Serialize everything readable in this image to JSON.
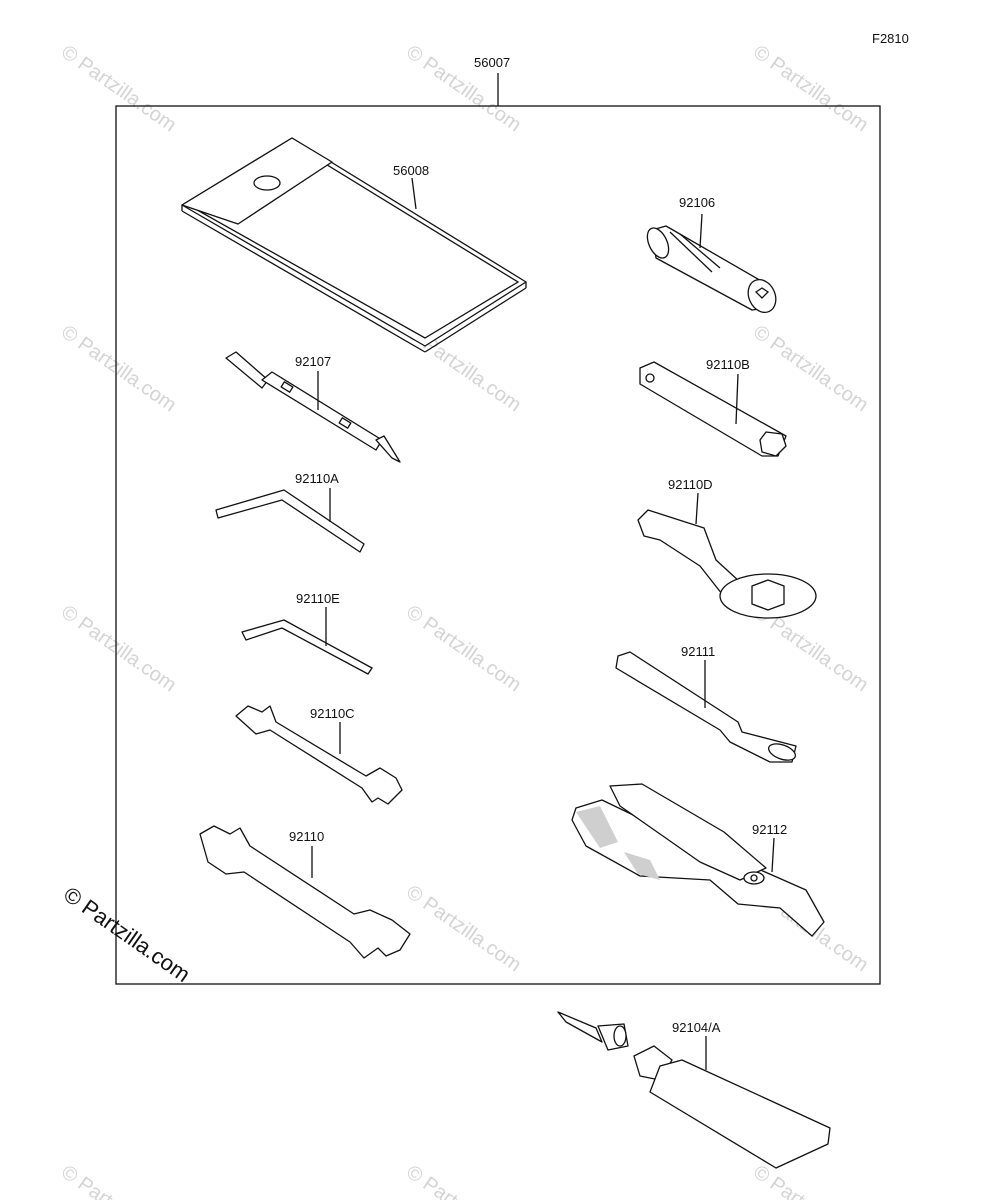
{
  "figure_code": "F2810",
  "watermark": {
    "text": "© Partzilla.com"
  },
  "frame_label": "56007",
  "parts": [
    {
      "id": "56008",
      "label": "56008"
    },
    {
      "id": "92106",
      "label": "92106"
    },
    {
      "id": "92107",
      "label": "92107"
    },
    {
      "id": "92110B",
      "label": "92110B"
    },
    {
      "id": "92110A",
      "label": "92110A"
    },
    {
      "id": "92110D",
      "label": "92110D"
    },
    {
      "id": "92110E",
      "label": "92110E"
    },
    {
      "id": "92111",
      "label": "92111"
    },
    {
      "id": "92110C",
      "label": "92110C"
    },
    {
      "id": "92112",
      "label": "92112"
    },
    {
      "id": "92110",
      "label": "92110"
    },
    {
      "id": "92104A",
      "label": "92104/A"
    }
  ]
}
